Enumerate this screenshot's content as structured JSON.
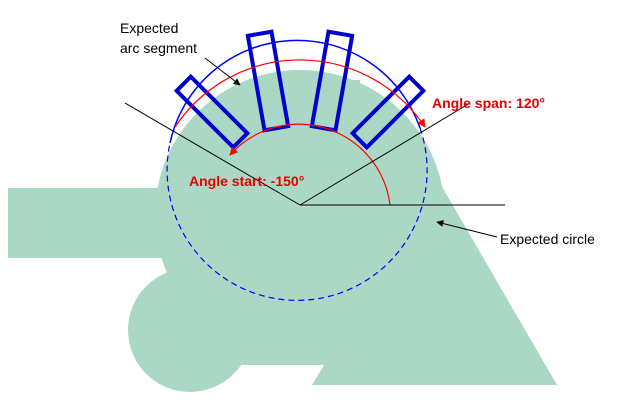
{
  "labels": {
    "arc_segment_line1": "Expected",
    "arc_segment_line2": "arc segment",
    "angle_span": "Angle span: 120°",
    "angle_start": "Angle start: -150°",
    "expected_circle": "Expected circle"
  },
  "colors": {
    "shape_fill": "#aad8c4",
    "rect_stroke": "#0000d0",
    "expected_circle": "#0000ff",
    "arc_red": "#ff0000",
    "annotation_red": "#e60000",
    "line_black": "#000000"
  }
}
